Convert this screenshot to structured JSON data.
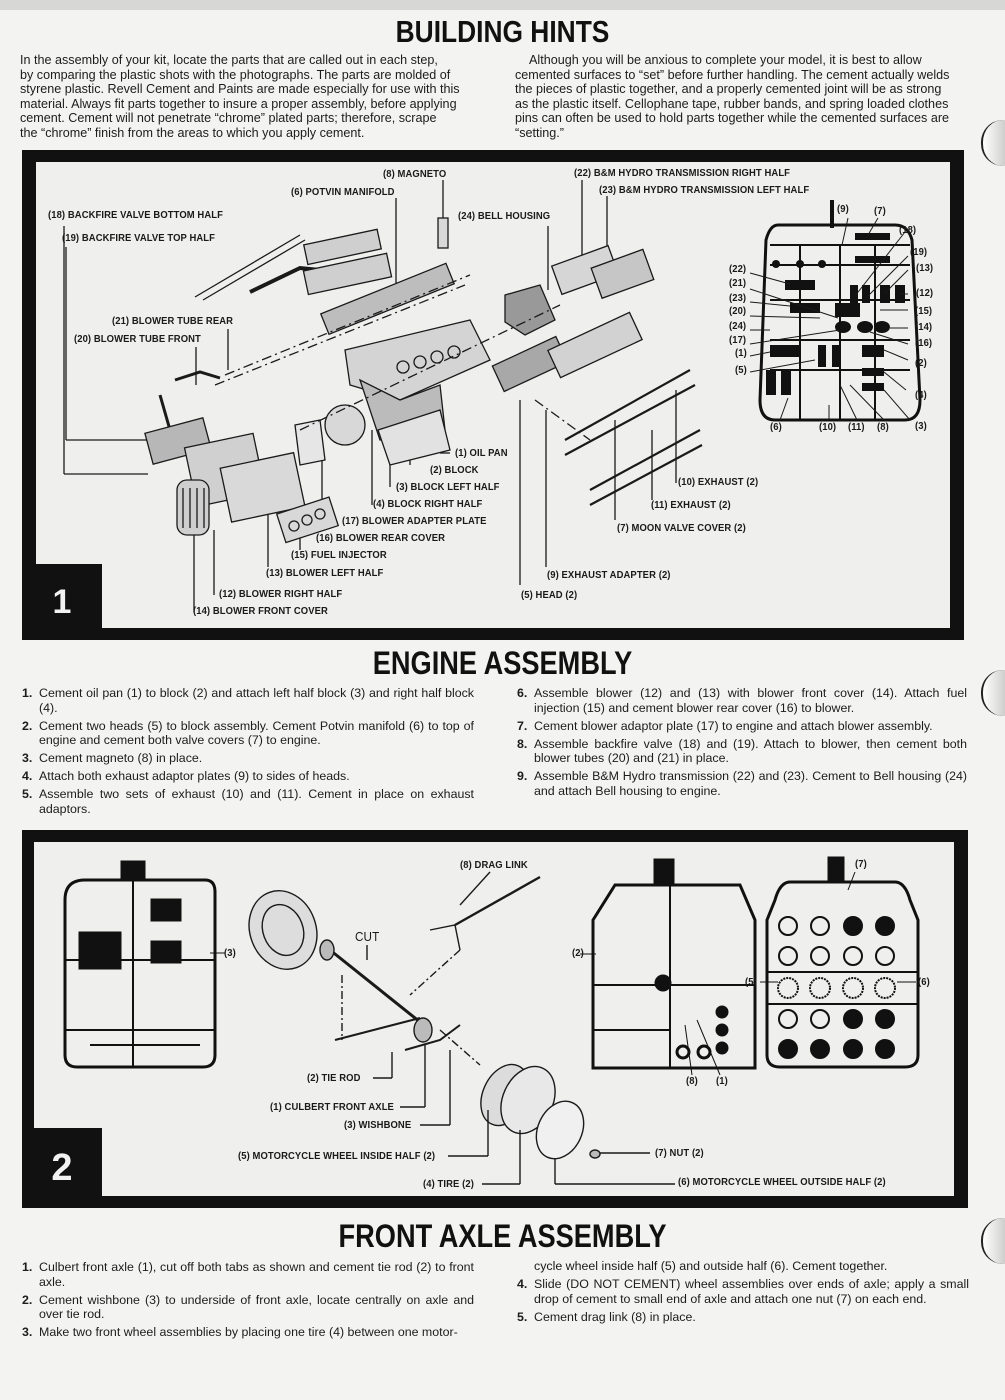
{
  "header": {
    "title": "BUILDING HINTS",
    "intro_left": [
      "In the assembly of your kit, locate the parts that are called out in each step,",
      "by comparing the plastic shots with the photographs. The parts are molded of",
      "styrene plastic. Revell Cement and Paints are made especially for use with this",
      "material. Always fit parts together to insure a proper assembly, before applying",
      "cement. Cement will not penetrate “chrome” plated parts; therefore, scrape",
      "the “chrome” finish from the areas to which you apply cement."
    ],
    "intro_right": [
      "Although you will be anxious to complete your model, it is best to allow",
      "cemented surfaces to “set” before further handling. The cement actually welds",
      "the pieces of plastic together, and a properly cemented joint will be as strong",
      "as the plastic itself. Cellophane tape, rubber bands, and spring loaded clothes",
      "pins can often be used to hold parts together while the cemented surfaces are",
      "“setting.”"
    ]
  },
  "step1": {
    "number": "1",
    "labels": {
      "magneto": "(8) MAGNETO",
      "potvin": "(6) POTVIN MANIFOLD",
      "backfire_bottom": "(18) BACKFIRE VALVE BOTTOM HALF",
      "backfire_top": "(19) BACKFIRE VALVE TOP HALF",
      "bell_housing": "(24) BELL HOUSING",
      "trans_right": "(22) B&M HYDRO TRANSMISSION RIGHT HALF",
      "trans_left": "(23) B&M HYDRO TRANSMISSION LEFT HALF",
      "blower_tube_rear": "(21) BLOWER TUBE REAR",
      "blower_tube_front": "(20) BLOWER TUBE FRONT",
      "oil_pan": "(1) OIL PAN",
      "block": "(2) BLOCK",
      "block_left": "(3) BLOCK LEFT HALF",
      "block_right": "(4) BLOCK RIGHT HALF",
      "adapter_plate": "(17) BLOWER ADAPTER PLATE",
      "rear_cover": "(16) BLOWER REAR COVER",
      "fuel_injector": "(15) FUEL INJECTOR",
      "blower_left": "(13) BLOWER LEFT HALF",
      "blower_right": "(12) BLOWER RIGHT HALF",
      "front_cover": "(14) BLOWER FRONT COVER",
      "exhaust10": "(10) EXHAUST (2)",
      "exhaust11": "(11) EXHAUST (2)",
      "valve_cover": "(7) MOON VALVE COVER (2)",
      "exhaust_adapter": "(9) EXHAUST ADAPTER (2)",
      "head": "(5) HEAD (2)"
    },
    "sprue_callouts": {
      "top": [
        "(9)",
        "(7)"
      ],
      "right": [
        "(18)",
        "(19)",
        "(13)",
        "(12)",
        "(15)",
        "(14)",
        "(16)",
        "(2)",
        "(4)",
        "(3)"
      ],
      "left": [
        "(22)",
        "(21)",
        "(23)",
        "(20)",
        "(24)",
        "(17)",
        "(1)",
        "(5)"
      ],
      "bottom": [
        "(6)",
        "(10)",
        "(11)",
        "(8)"
      ]
    }
  },
  "engine_assembly": {
    "title": "ENGINE ASSEMBLY",
    "steps_left": [
      {
        "n": "1.",
        "text": "Cement oil pan (1) to block (2) and attach left half block (3) and right half block (4)."
      },
      {
        "n": "2.",
        "text": "Cement two heads (5) to block assembly. Cement Potvin manifold (6) to top of engine and cement both valve covers (7) to engine."
      },
      {
        "n": "3.",
        "text": "Cement magneto (8) in place."
      },
      {
        "n": "4.",
        "text": "Attach both exhaust adaptor plates (9) to sides of heads."
      },
      {
        "n": "5.",
        "text": "Assemble two sets of exhaust (10) and (11). Cement in place on exhaust adaptors."
      }
    ],
    "steps_right": [
      {
        "n": "6.",
        "text": "Assemble blower (12) and (13) with blower front cover (14). Attach fuel injection (15) and cement blower rear cover (16) to blower."
      },
      {
        "n": "7.",
        "text": "Cement blower adaptor plate (17) to engine and attach blower assembly."
      },
      {
        "n": "8.",
        "text": "Assemble backfire valve (18) and (19). Attach to blower, then cement both blower tubes (20) and (21) in place."
      },
      {
        "n": "9.",
        "text": "Assemble B&M Hydro transmission (22) and (23). Cement to Bell housing (24) and attach Bell housing to engine."
      }
    ]
  },
  "step2": {
    "number": "2",
    "labels": {
      "drag_link": "(8) DRAG LINK",
      "cut": "CUT",
      "sprue_3": "(3)",
      "tie_rod": "(2) TIE ROD",
      "axle": "(1) CULBERT FRONT AXLE",
      "wishbone": "(3) WISHBONE",
      "wheel_inside": "(5) MOTORCYCLE WHEEL INSIDE HALF (2)",
      "tire": "(4) TIRE (2)",
      "nut": "(7) NUT (2)",
      "wheel_outside": "(6) MOTORCYCLE WHEEL OUTSIDE HALF (2)",
      "sprue_b_2": "(2)",
      "sprue_b_8": "(8)",
      "sprue_b_1": "(1)",
      "sprue_c_7": "(7)",
      "sprue_c_5": "(5)",
      "sprue_c_6": "(6)"
    }
  },
  "front_axle_assembly": {
    "title": "FRONT AXLE ASSEMBLY",
    "steps_left": [
      {
        "n": "1.",
        "text": "Culbert front axle (1), cut off both tabs as shown and cement tie rod (2) to front axle."
      },
      {
        "n": "2.",
        "text": "Cement wishbone (3) to underside of front axle, locate centrally on axle and over tie rod."
      },
      {
        "n": "3.",
        "text": "Make two front wheel assemblies by placing one tire (4) between one motor-"
      }
    ],
    "steps_right_continuation": "cycle wheel inside half (5) and outside half (6). Cement together.",
    "steps_right": [
      {
        "n": "4.",
        "text": "Slide (DO NOT CEMENT) wheel assemblies over ends of axle; apply a small drop of cement to small end of axle and attach one nut (7) on each end."
      },
      {
        "n": "5.",
        "text": "Cement drag link (8) in place."
      }
    ]
  }
}
